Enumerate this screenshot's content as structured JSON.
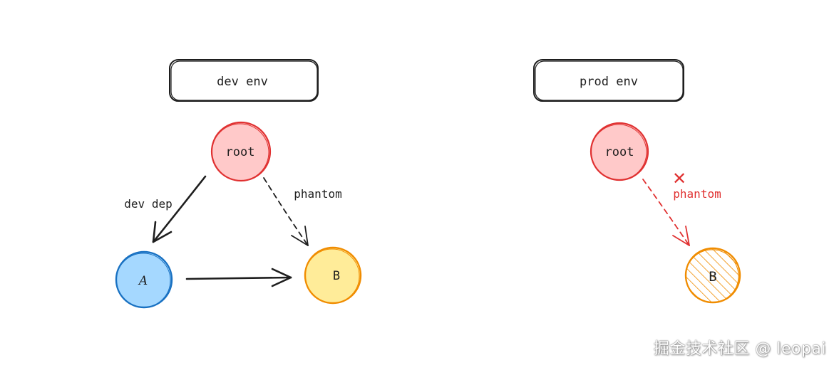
{
  "left_panel": {
    "env_label": "dev  env",
    "root_label": "root",
    "a_label": "A",
    "b_label": "B",
    "edge_dev_dep_label": "dev dep",
    "edge_phantom_label": "phantom"
  },
  "right_panel": {
    "env_label": "prod  env",
    "root_label": "root",
    "b_label": "B",
    "edge_phantom_label": "phantom",
    "blocked_mark": "✕"
  },
  "watermark": "掘金技术社区 @ leopai",
  "colors": {
    "root_fill": "#ffc9c9",
    "root_stroke": "#e03131",
    "a_fill": "#a5d8ff",
    "a_stroke": "#1971c2",
    "b_fill": "#ffec99",
    "b_stroke": "#f08c00",
    "ink": "#1e1e1e",
    "blocked": "#e03131"
  }
}
